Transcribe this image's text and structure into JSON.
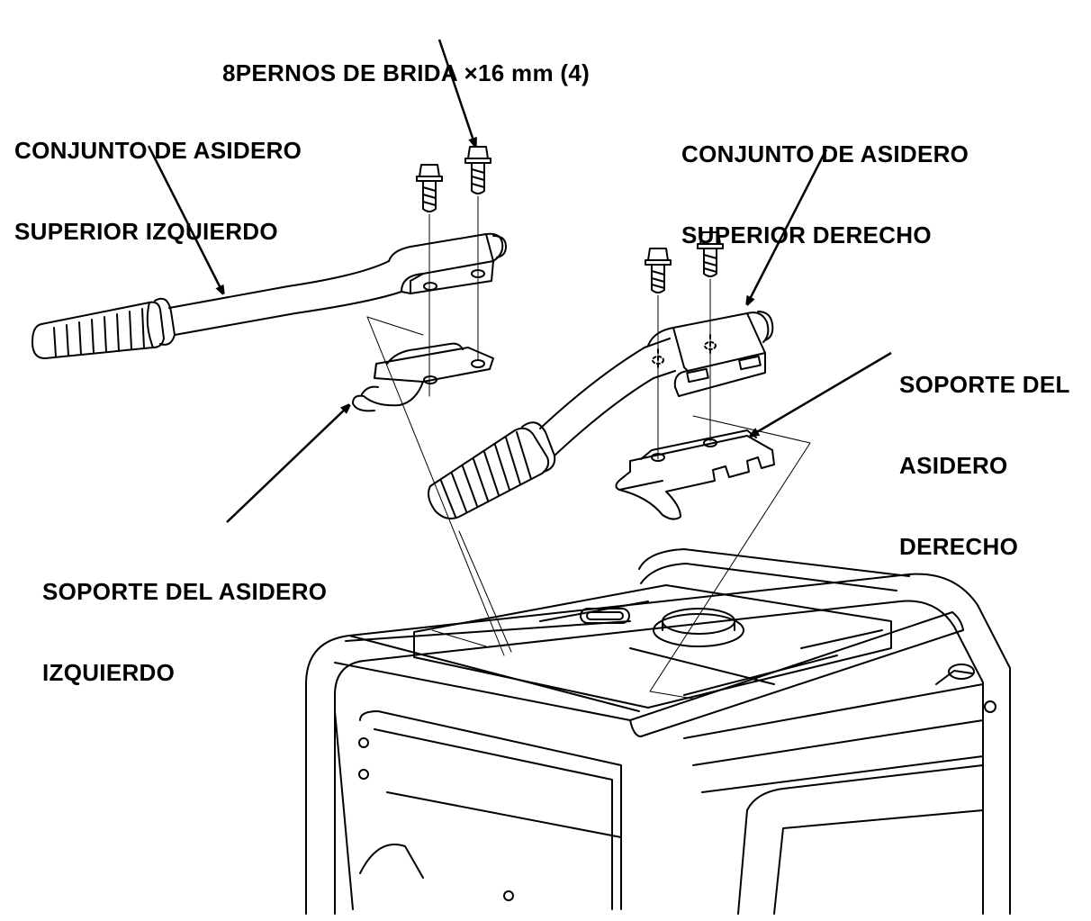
{
  "labels": {
    "bolts": "8PERNOS DE BRIDA ×16 mm (4)",
    "left_upper_handle": [
      "CONJUNTO DE ASIDERO",
      "SUPERIOR IZQUIERDO"
    ],
    "right_upper_handle": [
      "CONJUNTO DE ASIDERO",
      "SUPERIOR DERECHO"
    ],
    "right_bracket": [
      "SOPORTE DEL",
      "ASIDERO",
      "DERECHO"
    ],
    "left_bracket": [
      "SOPORTE DEL ASIDERO",
      "IZQUIERDO"
    ]
  },
  "colors": {
    "ink": "#000000",
    "paper": "#ffffff"
  }
}
